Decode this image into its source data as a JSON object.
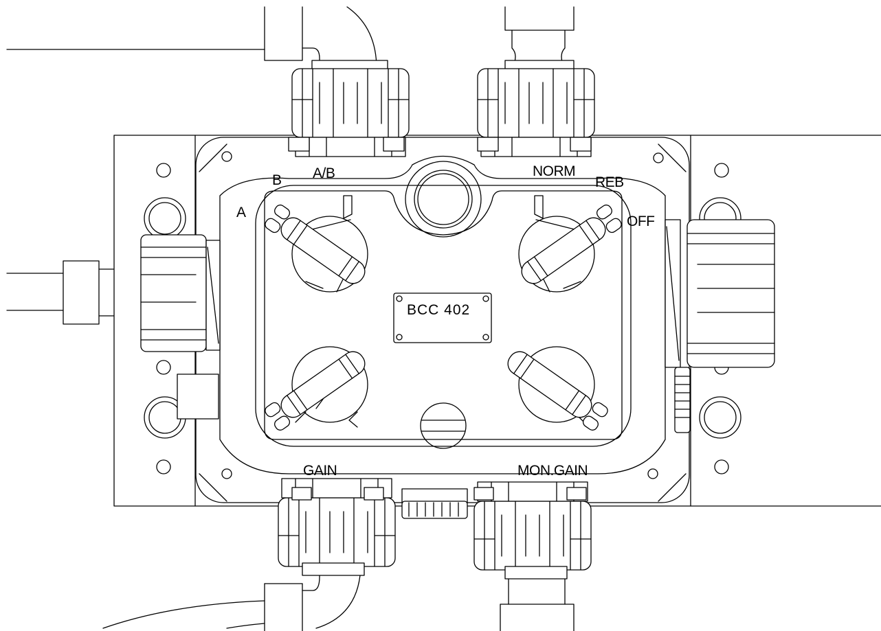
{
  "labels": {
    "a": "A",
    "b": "B",
    "ab": "A/B",
    "norm": "NORM",
    "reb": "REB",
    "off": "OFF",
    "gain": "GAIN",
    "mon_gain": "MON.GAIN",
    "nameplate": "BCC 402"
  }
}
